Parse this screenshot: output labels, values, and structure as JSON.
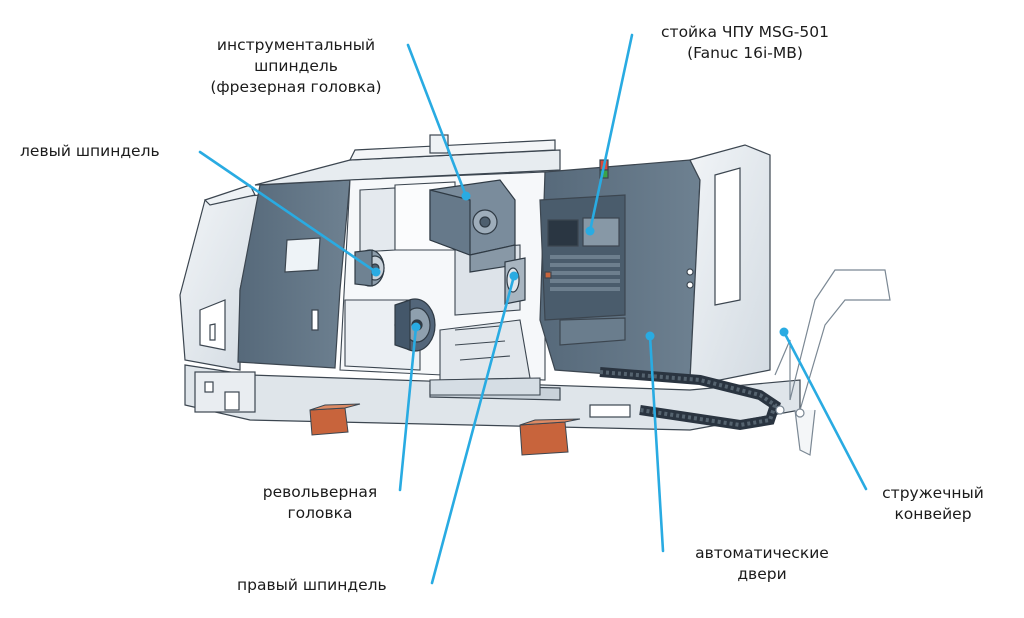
{
  "labels": {
    "tool_spindle": [
      "инструментальный",
      "шпиндель",
      "(фрезерная головка)"
    ],
    "cnc_rack": [
      "стойка ЧПУ MSG-501",
      "(Fanuc 16i-MB)"
    ],
    "left_spindle": [
      "левый шпиндель"
    ],
    "turret": [
      "револьверная",
      "головка"
    ],
    "right_spindle": [
      "правый шпиндель"
    ],
    "auto_doors": [
      "автоматические",
      "двери"
    ],
    "chip_conveyor": [
      "стружечный",
      "конвейер"
    ]
  },
  "colors": {
    "leader": "#29abe2",
    "panel_dark": "#5f7384",
    "panel_light": "#e3e8ed",
    "outline": "#3c4650",
    "accent_orange": "#c8643c"
  }
}
